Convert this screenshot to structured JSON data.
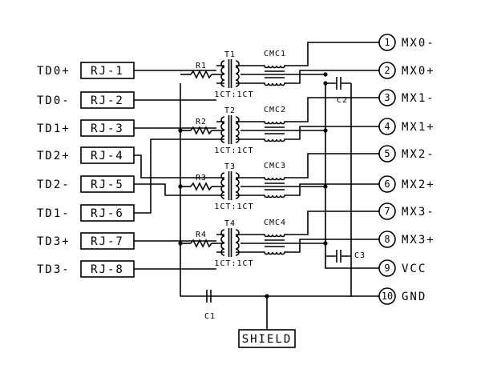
{
  "left_labels": [
    "TD0+",
    "TD0-",
    "TD1+",
    "TD2+",
    "TD2-",
    "TD1-",
    "TD3+",
    "TD3-"
  ],
  "rj_labels": [
    "RJ-1",
    "RJ-2",
    "RJ-3",
    "RJ-4",
    "RJ-5",
    "RJ-6",
    "RJ-7",
    "RJ-8"
  ],
  "transformers": [
    "T1",
    "T2",
    "T3",
    "T4"
  ],
  "transformer_ratio": "1CT:1CT",
  "resistors": [
    "R1",
    "R2",
    "R3",
    "R4"
  ],
  "chokes": [
    "CMC1",
    "CMC2",
    "CMC3",
    "CMC4"
  ],
  "capacitors": {
    "c1": "C1",
    "c2": "C2",
    "c3": "C3"
  },
  "pin_numbers": [
    "1",
    "2",
    "3",
    "4",
    "5",
    "6",
    "7",
    "8",
    "9",
    "10"
  ],
  "pin_labels": [
    "MX0-",
    "MX0+",
    "MX1-",
    "MX1+",
    "MX2-",
    "MX2+",
    "MX3-",
    "MX3+",
    "VCC",
    "GND"
  ],
  "shield_label": "SHIELD"
}
